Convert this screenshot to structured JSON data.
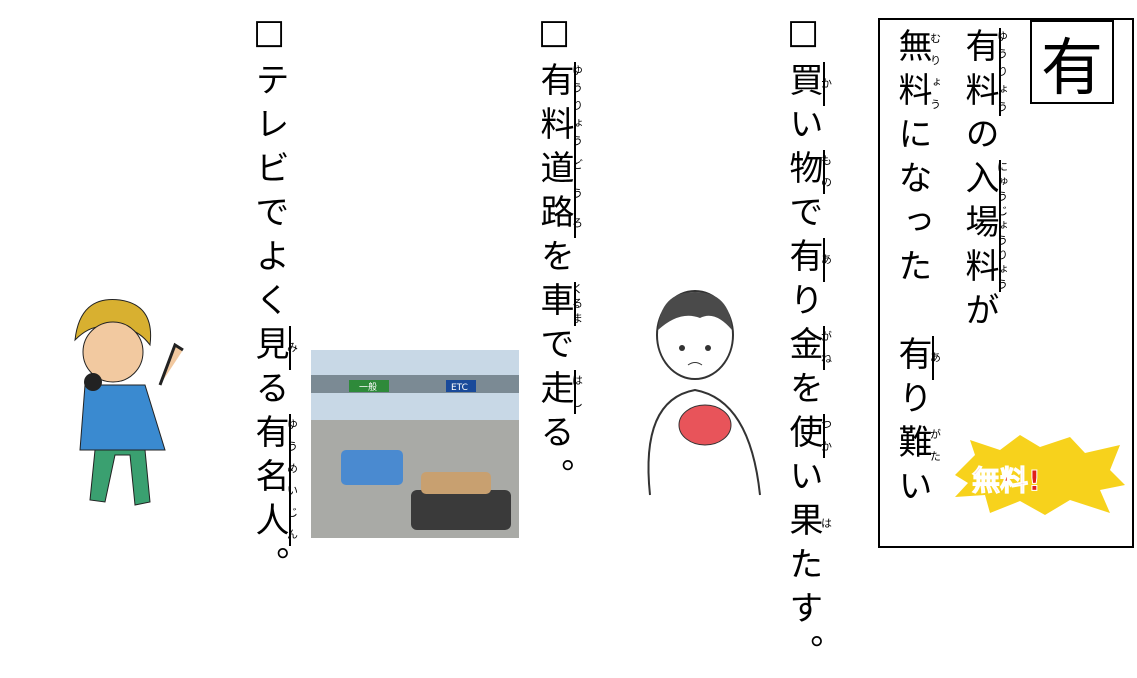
{
  "title_kanji": "有",
  "box": {
    "line1": [
      {
        "t": "有料",
        "r": "ゆうりょう"
      },
      {
        "t": "の"
      },
      {
        "t": "入場料",
        "r": "にゅうじょうりょう"
      },
      {
        "t": "が"
      }
    ],
    "line2": [
      {
        "t": "無料",
        "r": "むりょう",
        "nobar": true
      },
      {
        "t": "になった　"
      },
      {
        "t": "有",
        "r": "あ"
      },
      {
        "t": "り"
      },
      {
        "t": "難",
        "r": "がた",
        "nobar": true
      },
      {
        "t": "い"
      }
    ],
    "badge": "無料!"
  },
  "sentences": [
    {
      "parts": [
        {
          "t": "□"
        },
        {
          "t": "買",
          "r": "か"
        },
        {
          "t": "い"
        },
        {
          "t": "物",
          "r": "もの"
        },
        {
          "t": "で"
        },
        {
          "t": "有",
          "r": "あ"
        },
        {
          "t": "り"
        },
        {
          "t": "金",
          "r": "がね"
        },
        {
          "t": "を"
        },
        {
          "t": "使",
          "r": "つか"
        },
        {
          "t": "い"
        },
        {
          "t": "果",
          "r": "は",
          "nobar": true
        },
        {
          "t": "たす。"
        }
      ]
    },
    {
      "parts": [
        {
          "t": "□"
        },
        {
          "t": "有料",
          "r": "ゆうりょう"
        },
        {
          "t": "道路",
          "r": "どうろ"
        },
        {
          "t": "を"
        },
        {
          "t": "車",
          "r": "くるま"
        },
        {
          "t": "で"
        },
        {
          "t": "走",
          "r": "はし"
        },
        {
          "t": "る。"
        }
      ]
    },
    {
      "parts": [
        {
          "t": "□"
        },
        {
          "t": "テレビでよく"
        },
        {
          "t": "見",
          "r": "み"
        },
        {
          "t": "る"
        },
        {
          "t": "有名人",
          "r": "ゆうめいじん"
        },
        {
          "t": "。"
        }
      ]
    }
  ],
  "toll_signs": [
    "一般",
    "ETC"
  ]
}
